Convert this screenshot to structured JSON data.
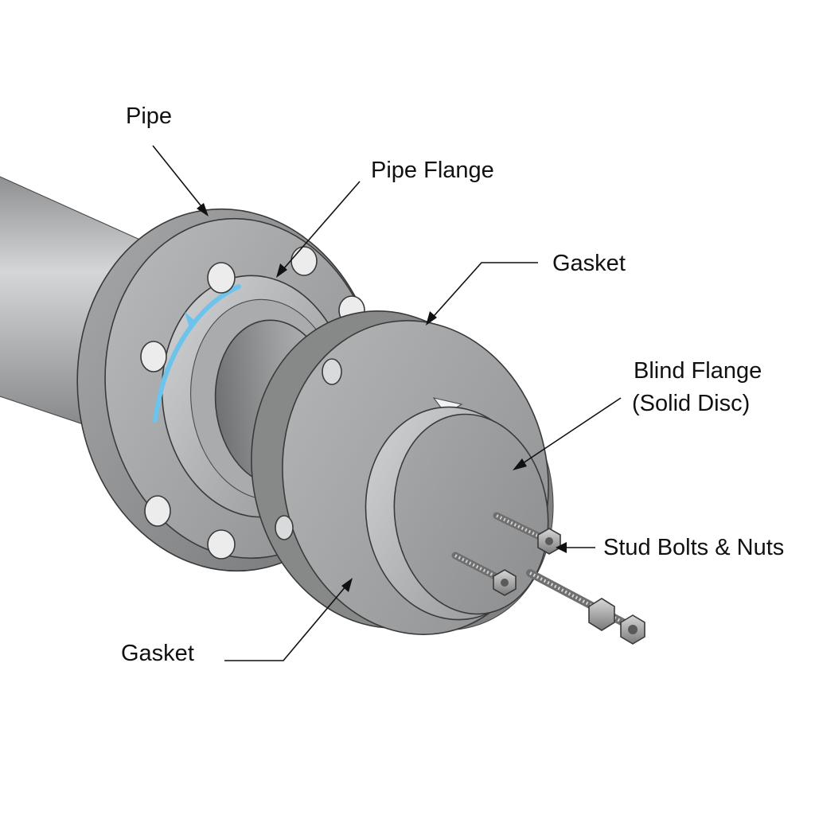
{
  "labels": {
    "pipe": "Pipe",
    "pipe_flange": "Pipe Flange",
    "gasket_top": "Gasket",
    "blind_flange_line1": "Blind Flange",
    "blind_flange_line2": "(Solid Disc)",
    "stud_bolts": "Stud Bolts & Nuts",
    "gasket_bottom": "Gasket"
  },
  "colors": {
    "background": "#ffffff",
    "steel_light": "#c9cbcd",
    "steel_mid": "#9a9c9e",
    "steel_dark": "#6e7072",
    "accent_blue": "#6ec3ec"
  }
}
